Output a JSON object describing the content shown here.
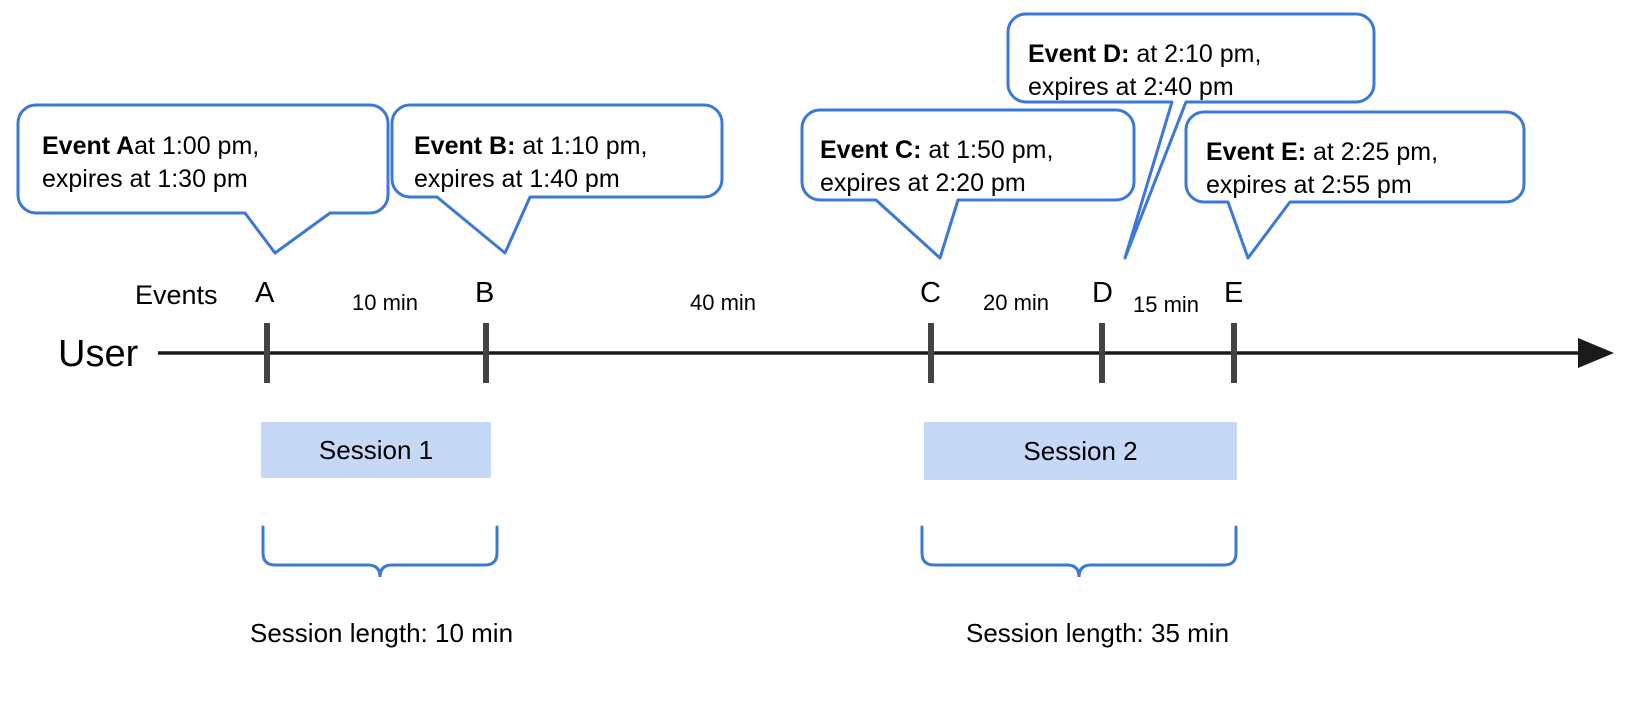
{
  "diagram": {
    "title": "User session timeline with expiring events",
    "colors": {
      "callout_stroke": "#3c78d8",
      "session_fill": "#c5d9f7",
      "axis": "#1a1a1a",
      "tick": "#434343",
      "brace": "#3c78d8"
    },
    "row_labels": {
      "user": "User",
      "events": "Events"
    },
    "events": [
      {
        "id": "A",
        "tick_label": "A",
        "bold": "Event A",
        "sep": ": ",
        "rest_line1": "at 1:00 pm,",
        "line2": "expires at 1:30 pm",
        "time": "1:00 pm",
        "expires": "1:30 pm"
      },
      {
        "id": "B",
        "tick_label": "B",
        "bold": "Event B:",
        "sep": " ",
        "rest_line1": "at 1:10 pm,",
        "line2": "expires at 1:40 pm",
        "time": "1:10 pm",
        "expires": "1:40 pm"
      },
      {
        "id": "C",
        "tick_label": "C",
        "bold": "Event C:",
        "sep": " ",
        "rest_line1": "at 1:50 pm,",
        "line2": "expires at 2:20 pm",
        "time": "1:50 pm",
        "expires": "2:20 pm"
      },
      {
        "id": "D",
        "tick_label": "D",
        "bold": "Event D:",
        "sep": " ",
        "rest_line1": "at 2:10 pm,",
        "line2": "expires at 2:40 pm",
        "time": "2:10 pm",
        "expires": "2:40 pm"
      },
      {
        "id": "E",
        "tick_label": "E",
        "bold": "Event E:",
        "sep": " ",
        "rest_line1": "at 2:25 pm,",
        "line2": "expires at 2:55 pm",
        "time": "2:25 pm",
        "expires": "2:55 pm"
      }
    ],
    "gaps": [
      {
        "from": "A",
        "to": "B",
        "label": "10 min"
      },
      {
        "from": "B",
        "to": "C",
        "label": "40 min"
      },
      {
        "from": "C",
        "to": "D",
        "label": "20 min"
      },
      {
        "from": "D",
        "to": "E",
        "label": "15 min"
      }
    ],
    "sessions": [
      {
        "name": "Session 1",
        "length_label": "Session length: 10 min",
        "events": [
          "A",
          "B"
        ]
      },
      {
        "name": "Session 2",
        "length_label": "Session length: 35 min",
        "events": [
          "C",
          "D",
          "E"
        ]
      }
    ]
  }
}
